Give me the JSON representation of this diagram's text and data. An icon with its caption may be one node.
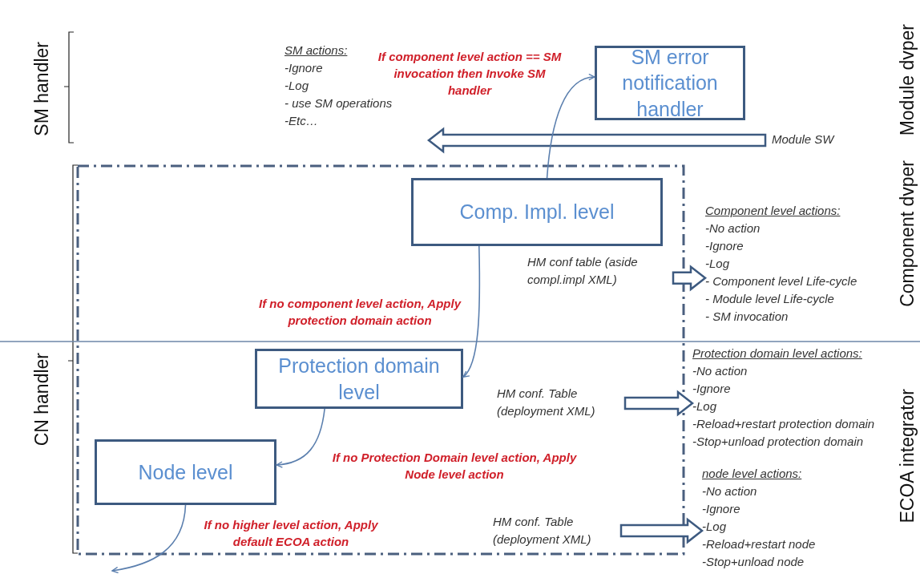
{
  "diagram": {
    "nodes": [
      {
        "text": [
          "SM actions:",
          "-Ignore",
          "-Log",
          "- use SM operations",
          "-Etc…"
        ]
      },
      {
        "text": [
          "SM error notification handler"
        ]
      },
      {
        "text": [
          "Module SW"
        ]
      },
      {
        "text": [],
        "shape": "box"
      },
      {
        "text": [
          "Comp. Impl. level"
        ],
        "in": 3
      },
      {
        "text": [
          "HM conf table (aside compl.impl XML)"
        ],
        "in": 3
      },
      {
        "text": [
          "Component level actions:",
          "-No action",
          "-Ignore",
          "-Log",
          "- Component level Life-cycle",
          "- Module level Life-cycle",
          "- SM invocation"
        ]
      },
      {
        "text": [
          "Protection domain level"
        ],
        "in": 3
      },
      {
        "text": [
          "HM conf. Table (deployment XML)"
        ],
        "in": 3
      },
      {
        "text": [
          "Protection domain level actions:",
          "-No action",
          "-Ignore",
          "-Log",
          "-Reload+restart protection domain",
          "-Stop+unload protection domain"
        ]
      },
      {
        "text": [
          "Node level"
        ],
        "in": 3
      },
      {
        "text": [
          "HM conf. Table (deployment XML)"
        ],
        "in": 3
      },
      {
        "text": [
          "node level actions:",
          "-No action",
          "-Ignore",
          "-Log",
          "-Reload+restart node",
          "-Stop+unload node"
        ]
      }
    ],
    "edges": [
      {
        "from": 2,
        "to": 0,
        "arrow": "to",
        "style": "thick"
      },
      {
        "from": 4,
        "to": 1,
        "arrow": "to",
        "label": "If component level action == SM invocation then Invoke SM handler"
      },
      {
        "from": 5,
        "to": 6,
        "arrow": "to",
        "style": "thick"
      },
      {
        "from": 4,
        "to": 7,
        "arrow": "to",
        "label": "If no component level action, Apply protection domain action"
      },
      {
        "from": 8,
        "to": 9,
        "arrow": "to",
        "style": "thick"
      },
      {
        "from": 7,
        "to": 10,
        "arrow": "to",
        "label": "If no Protection Domain level action, Apply Node level action"
      },
      {
        "from": 11,
        "to": 12,
        "arrow": "to",
        "style": "thick"
      },
      {
        "from": 10,
        "to": null,
        "arrow": "to",
        "label": "If no higher level action, Apply default ECOA action"
      }
    ],
    "labels": [
      "SM handler",
      "Module dvper",
      "Component dvper",
      "CN handler",
      "ECOA integrator"
    ]
  }
}
